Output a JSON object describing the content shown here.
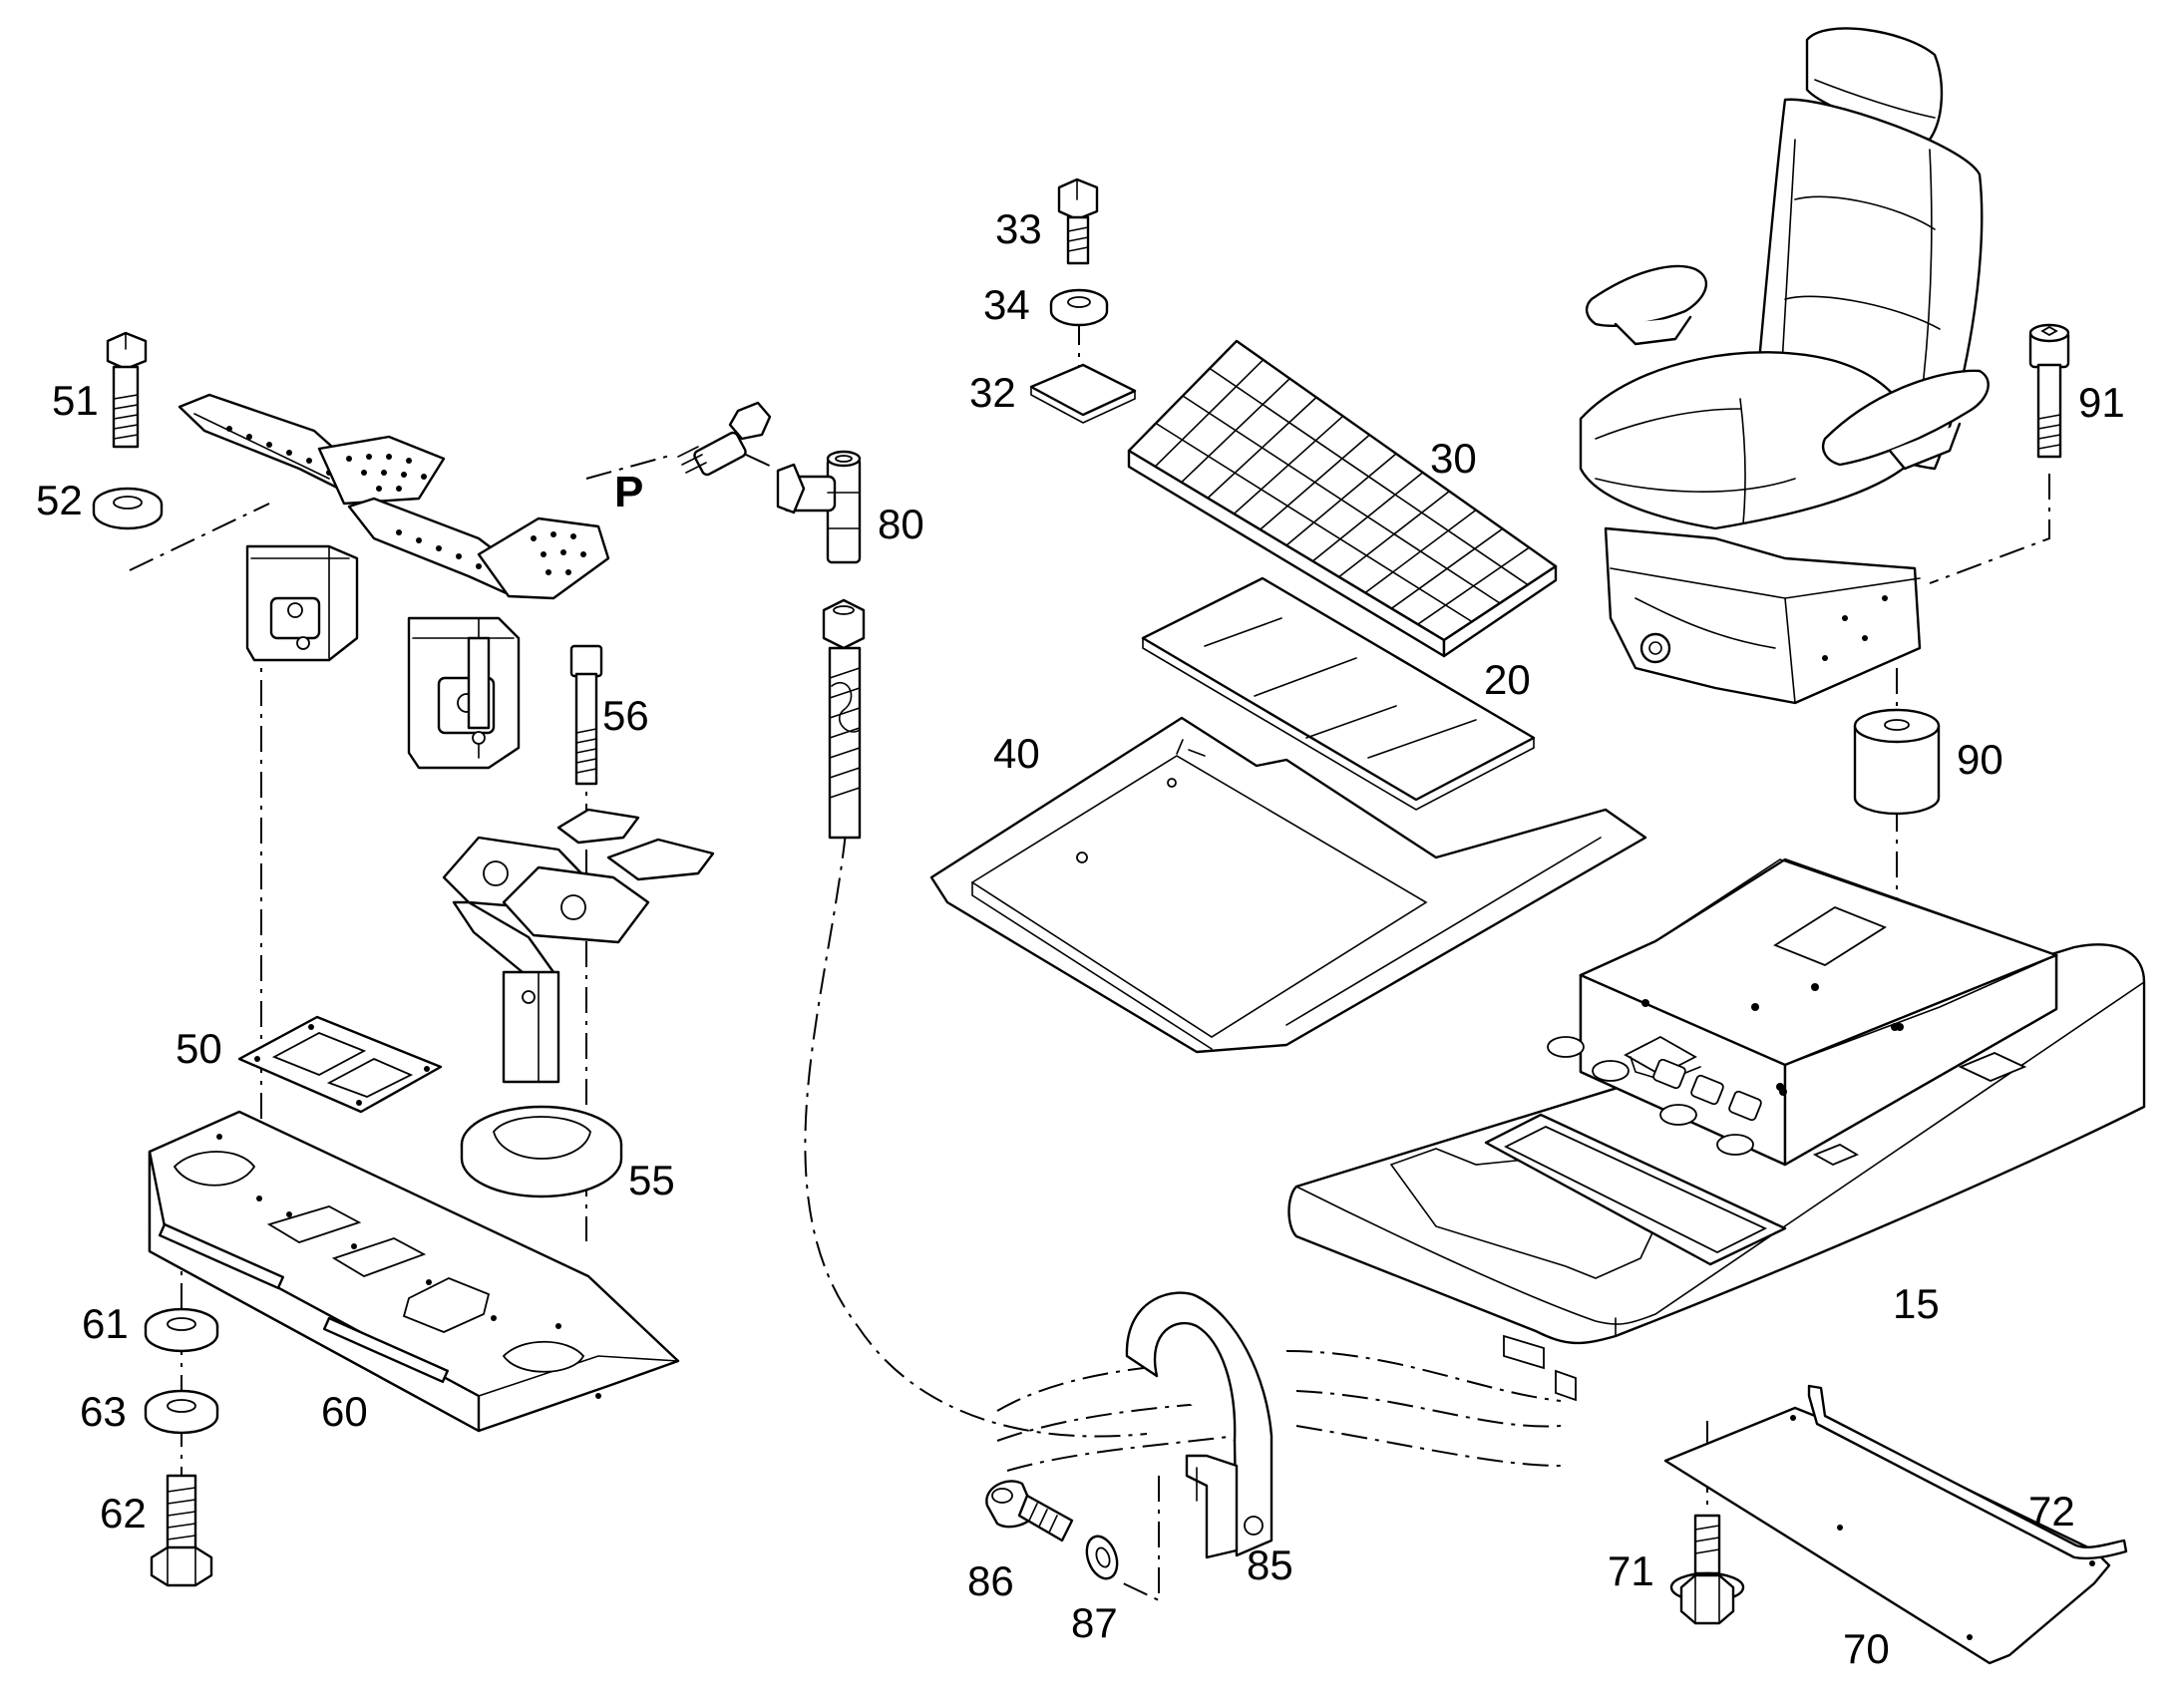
{
  "callouts": {
    "c15": "15",
    "c20": "20",
    "c30": "30",
    "c32": "32",
    "c33": "33",
    "c34": "34",
    "c40": "40",
    "c50": "50",
    "c51": "51",
    "c52": "52",
    "c55": "55",
    "c56": "56",
    "c60": "60",
    "c61": "61",
    "c62": "62",
    "c63": "63",
    "c70": "70",
    "c71": "71",
    "c72": "72",
    "c80": "80",
    "c85": "85",
    "c86": "86",
    "c87": "87",
    "c90": "90",
    "c91": "91",
    "port": "P"
  },
  "colors": {
    "line": "#000000",
    "background": "#ffffff"
  }
}
